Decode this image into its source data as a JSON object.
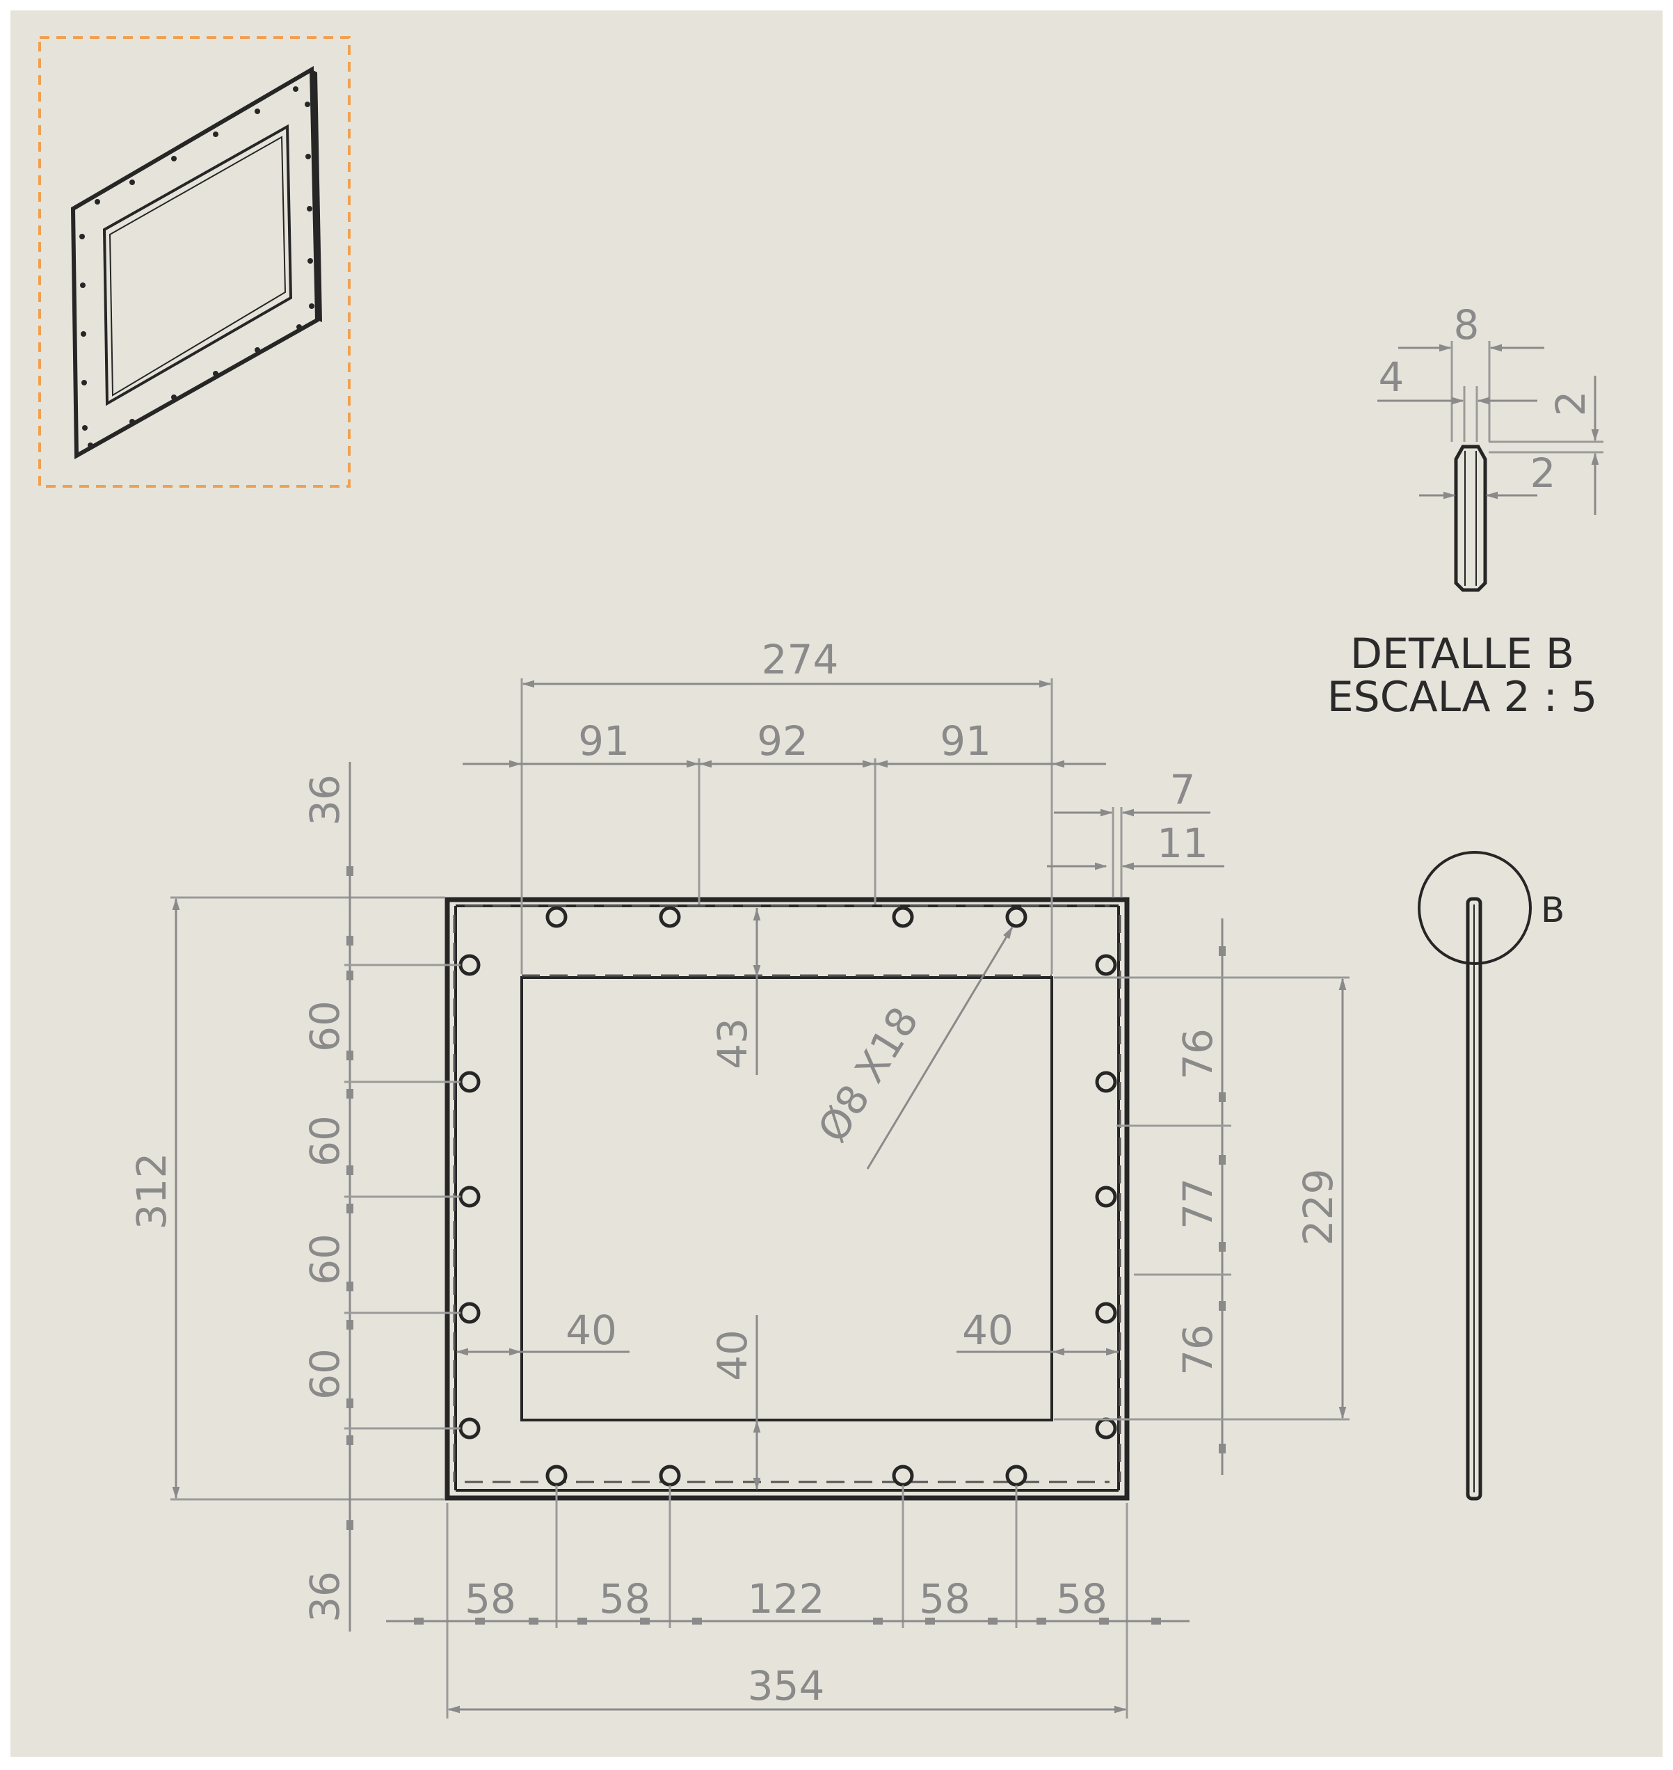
{
  "colors": {
    "background": "#e6e4da",
    "part_lines": "#262626",
    "dimension_lines": "#8a8a8a",
    "isometric_frame_border": "#f0a050"
  },
  "front_view": {
    "dimensions": {
      "overall_width": "354",
      "overall_height": "312",
      "opening_width": "274",
      "opening_height": "229",
      "top_hole_spacing": [
        "91",
        "92",
        "91"
      ],
      "bottom_hole_spacing": [
        "58",
        "58",
        "122",
        "58",
        "58"
      ],
      "left_hole_spacing_top": "36",
      "left_hole_spacing": [
        "60",
        "60",
        "60",
        "60"
      ],
      "left_hole_spacing_bottom": "36",
      "right_hole_spacing": [
        "76",
        "77",
        "76"
      ],
      "top_margin": "43",
      "bottom_margin": "40",
      "left_margin": "40",
      "right_margin": "40",
      "hole_offset_small": "7",
      "hole_offset_large": "11",
      "hole_callout": "Ø8 X18"
    }
  },
  "side_view": {
    "detail_label": "B"
  },
  "detail_view": {
    "title": "DETALLE B",
    "scale": "ESCALA 2 : 5",
    "dimensions": {
      "width": "8",
      "hole_width": "4",
      "top_offset": "2",
      "hole_depth": "2"
    }
  }
}
